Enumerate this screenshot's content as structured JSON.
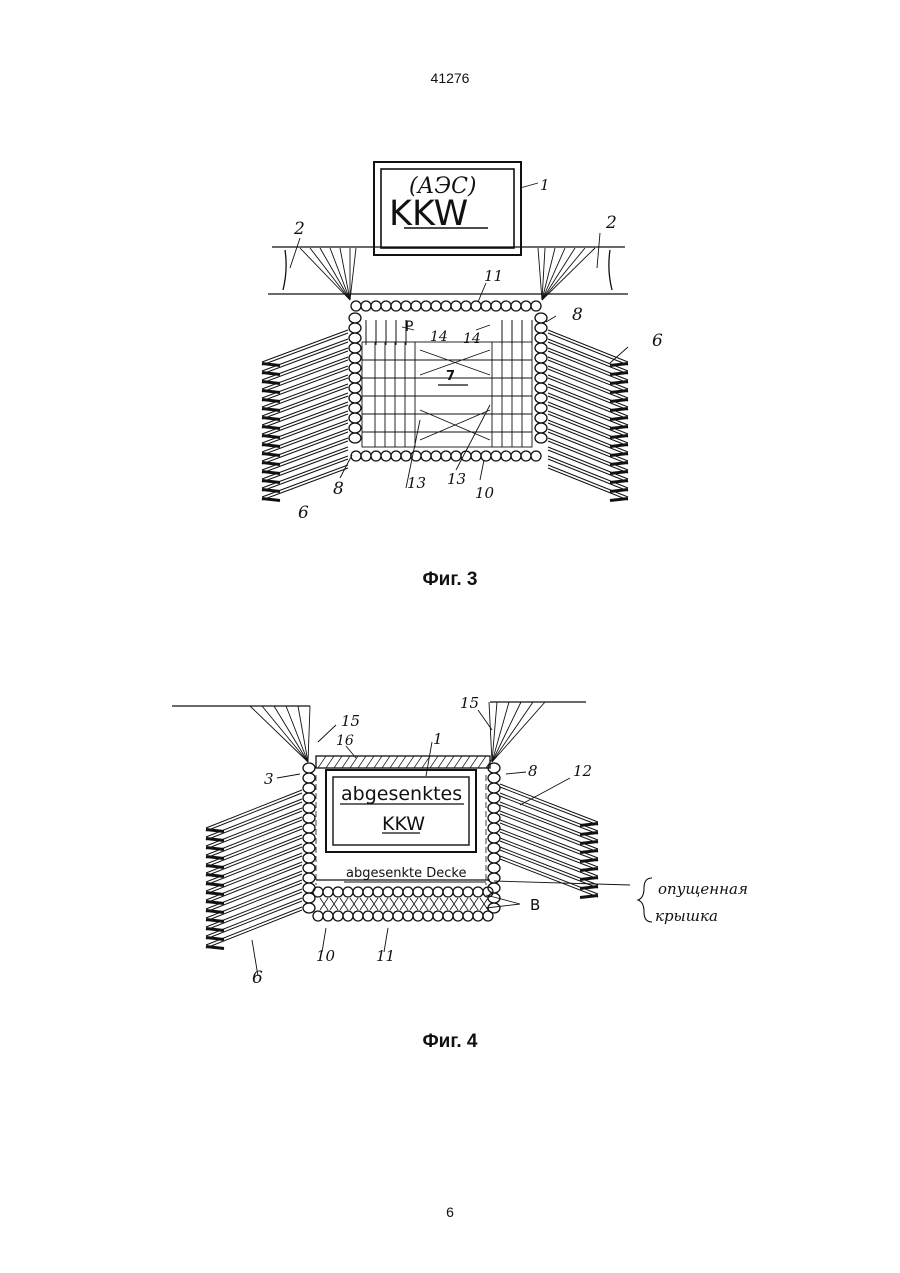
{
  "page": {
    "doc_number": "41276",
    "page_number": "6"
  },
  "figure3": {
    "caption": "Фиг. 3",
    "box_top_text": "(АЭС)",
    "box_main_text": "KKW",
    "labels": {
      "l1": "1",
      "l2a": "2",
      "l2b": "2",
      "l6a": "6",
      "l6b": "6",
      "l7": "7",
      "l8a": "8",
      "l8b": "8",
      "l10": "10",
      "l11": "11",
      "l13a": "13",
      "l13b": "13",
      "l14a": "14",
      "l14b": "14",
      "lP": "P"
    }
  },
  "figure4": {
    "caption": "Фиг. 4",
    "box_line1": "abgesenktes",
    "box_line2": "KKW",
    "cover_label": "abgesenkte Decke",
    "handwritten_line1": "опущенная",
    "handwritten_line2": "крышка",
    "labels": {
      "l1": "1",
      "l3": "3",
      "l6": "6",
      "l8": "8",
      "l10": "10",
      "l11": "11",
      "l12": "12",
      "l15a": "15",
      "l15b": "15",
      "l16": "16",
      "lB": "B"
    }
  }
}
